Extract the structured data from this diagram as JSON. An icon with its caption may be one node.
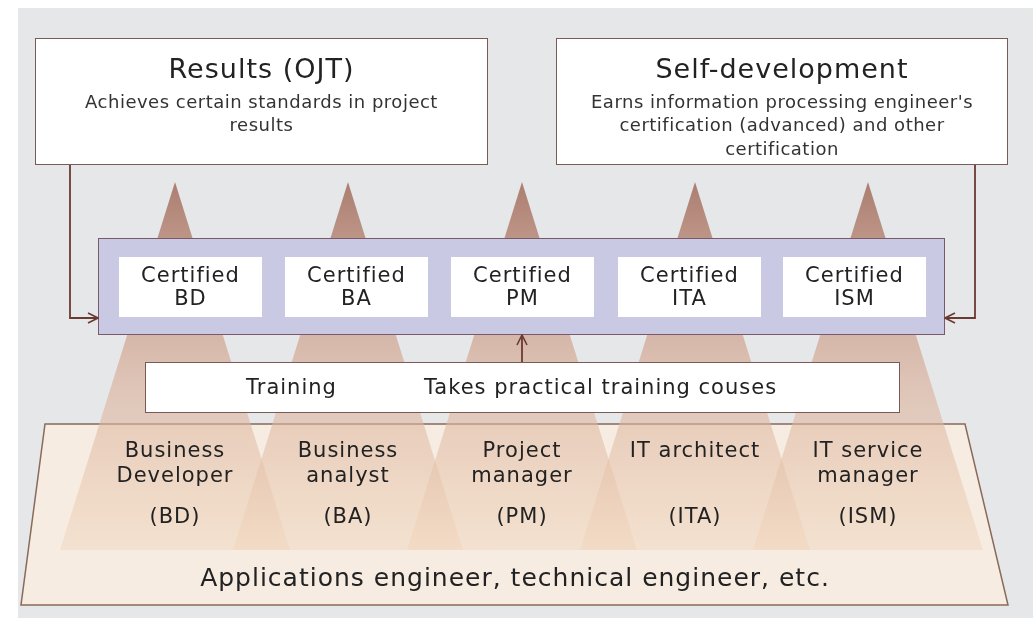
{
  "diagram": {
    "nodes": [
      {
        "text": [
          "Results (OJT)",
          "Achieves certain standards in project results"
        ]
      },
      {
        "text": [
          "Self-development",
          "Earns information processing engineer's certification (advanced) and other certification"
        ]
      },
      {
        "text": [],
        "shape": "box"
      },
      {
        "text": [
          "Certified BD"
        ],
        "in": 2
      },
      {
        "text": [
          "Certified BA"
        ],
        "in": 2
      },
      {
        "text": [
          "Certified PM"
        ],
        "in": 2
      },
      {
        "text": [
          "Certified ITA"
        ],
        "in": 2
      },
      {
        "text": [
          "Certified ISM"
        ],
        "in": 2
      },
      {
        "text": [
          "Training",
          "Takes practical training couses"
        ]
      },
      {
        "text": [
          "Applications engineer, technical engineer, etc."
        ]
      },
      {
        "text": [
          "Business Developer",
          "(BD)"
        ],
        "in": 9
      },
      {
        "text": [
          "Business analyst",
          "(BA)"
        ],
        "in": 9
      },
      {
        "text": [
          "Project manager",
          "(PM)"
        ],
        "in": 9
      },
      {
        "text": [
          "IT architect",
          "(ITA)"
        ],
        "in": 9
      },
      {
        "text": [
          "IT service manager",
          "(ISM)"
        ],
        "in": 9
      }
    ],
    "edges": [
      {
        "from": 0,
        "to": 2,
        "arrow": "to"
      },
      {
        "from": 1,
        "to": 2,
        "arrow": "to"
      },
      {
        "from": 8,
        "to": 2,
        "arrow": "to"
      }
    ]
  }
}
